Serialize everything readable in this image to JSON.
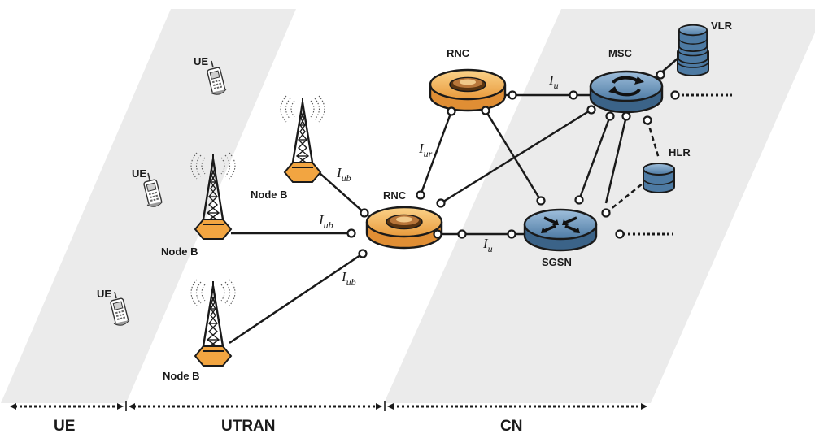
{
  "regions": {
    "ue": "UE",
    "utran": "UTRAN",
    "cn": "CN"
  },
  "nodes": {
    "ue_1": "UE",
    "ue_2": "UE",
    "ue_3": "UE",
    "node_b_1": "Node B",
    "node_b_2": "Node B",
    "node_b_3": "Node B",
    "rnc_top": "RNC",
    "rnc_main": "RNC",
    "msc": "MSC",
    "sgsn": "SGSN",
    "vlr": "VLR",
    "hlr": "HLR"
  },
  "interfaces": {
    "iub_1": {
      "main": "I",
      "sub": "ub"
    },
    "iub_2": {
      "main": "I",
      "sub": "ub"
    },
    "iub_3": {
      "main": "I",
      "sub": "ub"
    },
    "iur": {
      "main": "I",
      "sub": "ur"
    },
    "iu_top": {
      "main": "I",
      "sub": "u"
    },
    "iu_bottom": {
      "main": "I",
      "sub": "u"
    }
  },
  "colors": {
    "band_fill": "#ebebeb",
    "rnc_orange": "#f5b04a",
    "rnc_orange_dark": "#d9872a",
    "core_blue": "#5c87ad",
    "core_blue_dark": "#3b6388",
    "tower_orange": "#f2a541"
  },
  "icons": {
    "ue": "mobile-phone-icon",
    "node_b": "radio-tower-icon",
    "rnc": "rnc-ring-icon",
    "msc": "msc-switch-icon",
    "sgsn": "router-icon",
    "database": "database-icon"
  }
}
